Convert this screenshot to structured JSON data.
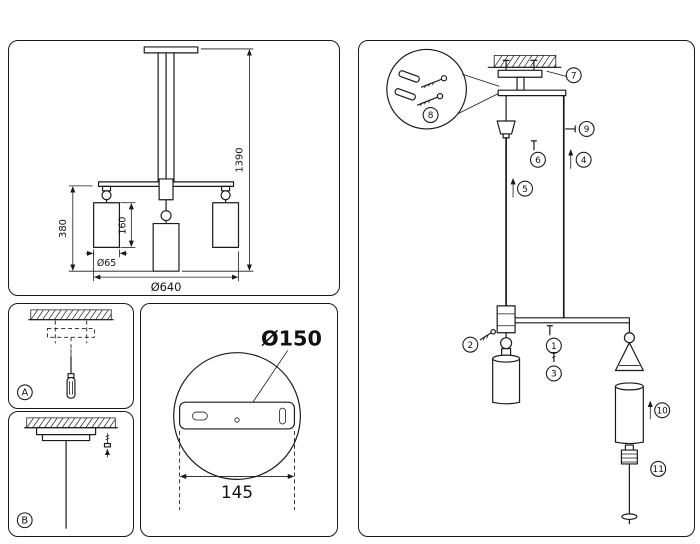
{
  "sheet": {
    "bg": "#ffffff",
    "line": "#1a1a1a"
  },
  "main_view": {
    "dim_total_height": "1390",
    "dim_pendant_height": "380",
    "dim_shade_height": "160",
    "dim_shade_diameter": "Ø65",
    "dim_total_width": "Ø640"
  },
  "mounting_steps": {
    "step_a_label": "A",
    "step_b_label": "B"
  },
  "canopy_view": {
    "dim_diameter": "Ø150",
    "dim_hole_spacing": "145"
  },
  "assembly": {
    "callouts": [
      "1",
      "2",
      "3",
      "4",
      "5",
      "6",
      "7",
      "8",
      "9",
      "10",
      "11"
    ]
  }
}
